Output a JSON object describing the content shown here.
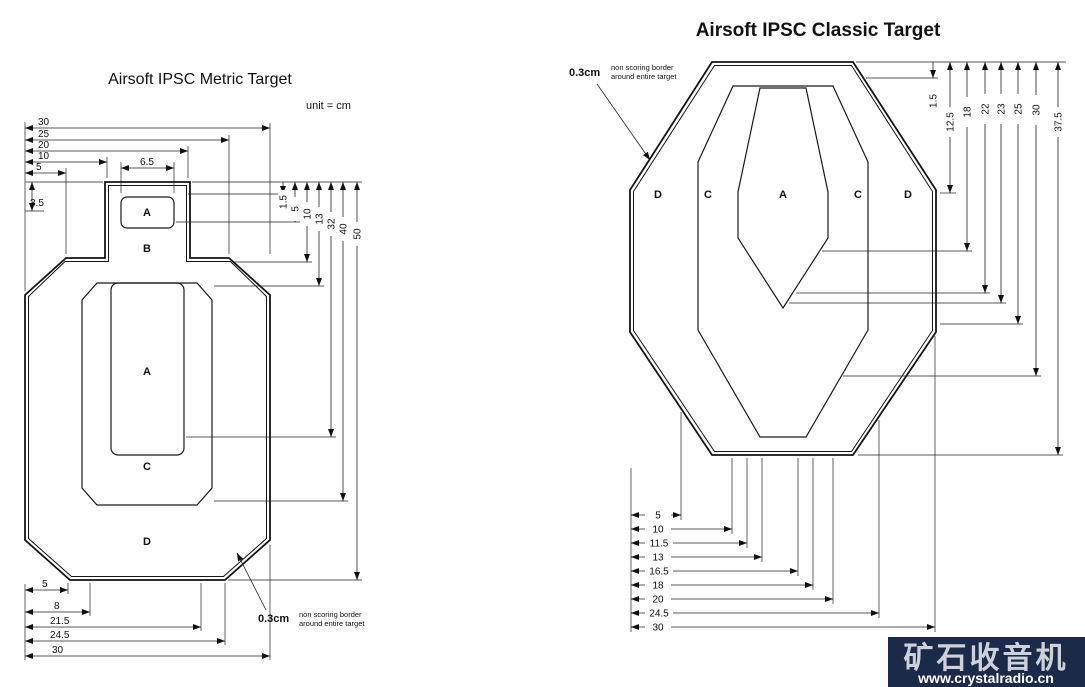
{
  "left_target": {
    "title": "Airsoft IPSC Metric Target",
    "unit": "unit = cm",
    "zones": {
      "head_a": "A",
      "head_b": "B",
      "body_a": "A",
      "body_c": "C",
      "body_d": "D"
    },
    "dims_top": [
      "30",
      "25",
      "20",
      "10",
      "5"
    ],
    "dim_head_width": "6.5",
    "dim_left": "3.5",
    "dims_right": [
      "1.5",
      "5",
      "10",
      "13",
      "32",
      "40",
      "50"
    ],
    "dims_bottom": [
      "5",
      "8",
      "21.5",
      "24.5",
      "30"
    ],
    "note": {
      "value": "0.3cm",
      "line1": "non scoring border",
      "line2": "around entire target"
    }
  },
  "right_target": {
    "title": "Airsoft IPSC Classic Target",
    "zones": [
      "D",
      "C",
      "A",
      "C",
      "D"
    ],
    "dims_right": [
      "1.5",
      "12.5",
      "18",
      "22",
      "23",
      "25",
      "30",
      "37.5"
    ],
    "dims_bottom": [
      "5",
      "10",
      "11.5",
      "13",
      "16.5",
      "18",
      "20",
      "24.5",
      "30"
    ],
    "note": {
      "value": "0.3cm",
      "line1": "non scoring border",
      "line2": "around entire target"
    }
  },
  "watermark": {
    "brand": "矿石收音机",
    "url": "www.crystalradio.cn",
    "background": "#1c2a4a"
  }
}
